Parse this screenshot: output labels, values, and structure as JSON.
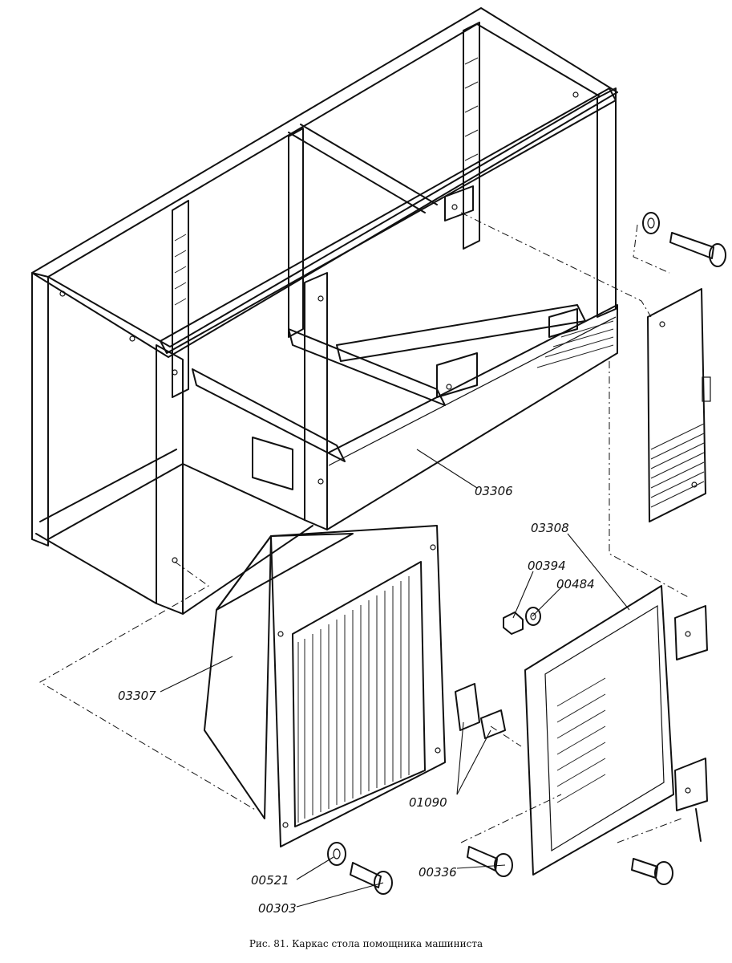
{
  "caption": "Рис. 81. Каркас стола помощника машиниста",
  "labels": {
    "l03306": "03306",
    "l03307": "03307",
    "l03308": "03308",
    "l00394": "00394",
    "l00484": "00484",
    "l01090": "01090",
    "l00521": "00521",
    "l00303": "00303",
    "l00336": "00336"
  }
}
